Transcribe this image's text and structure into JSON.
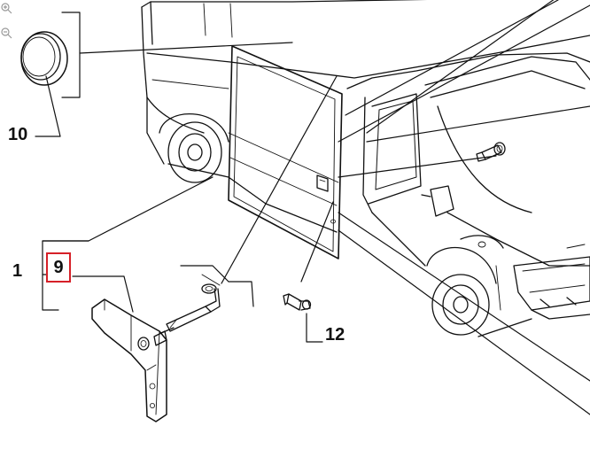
{
  "toolbar": {
    "zoom_in_icon": "zoom-in-icon",
    "zoom_out_icon": "zoom-out-icon"
  },
  "callouts": {
    "part_10": "10",
    "part_1": "1",
    "part_9": "9",
    "part_12": "12"
  },
  "colors": {
    "line": "#111111",
    "highlight": "#d62028",
    "background": "#ffffff"
  }
}
